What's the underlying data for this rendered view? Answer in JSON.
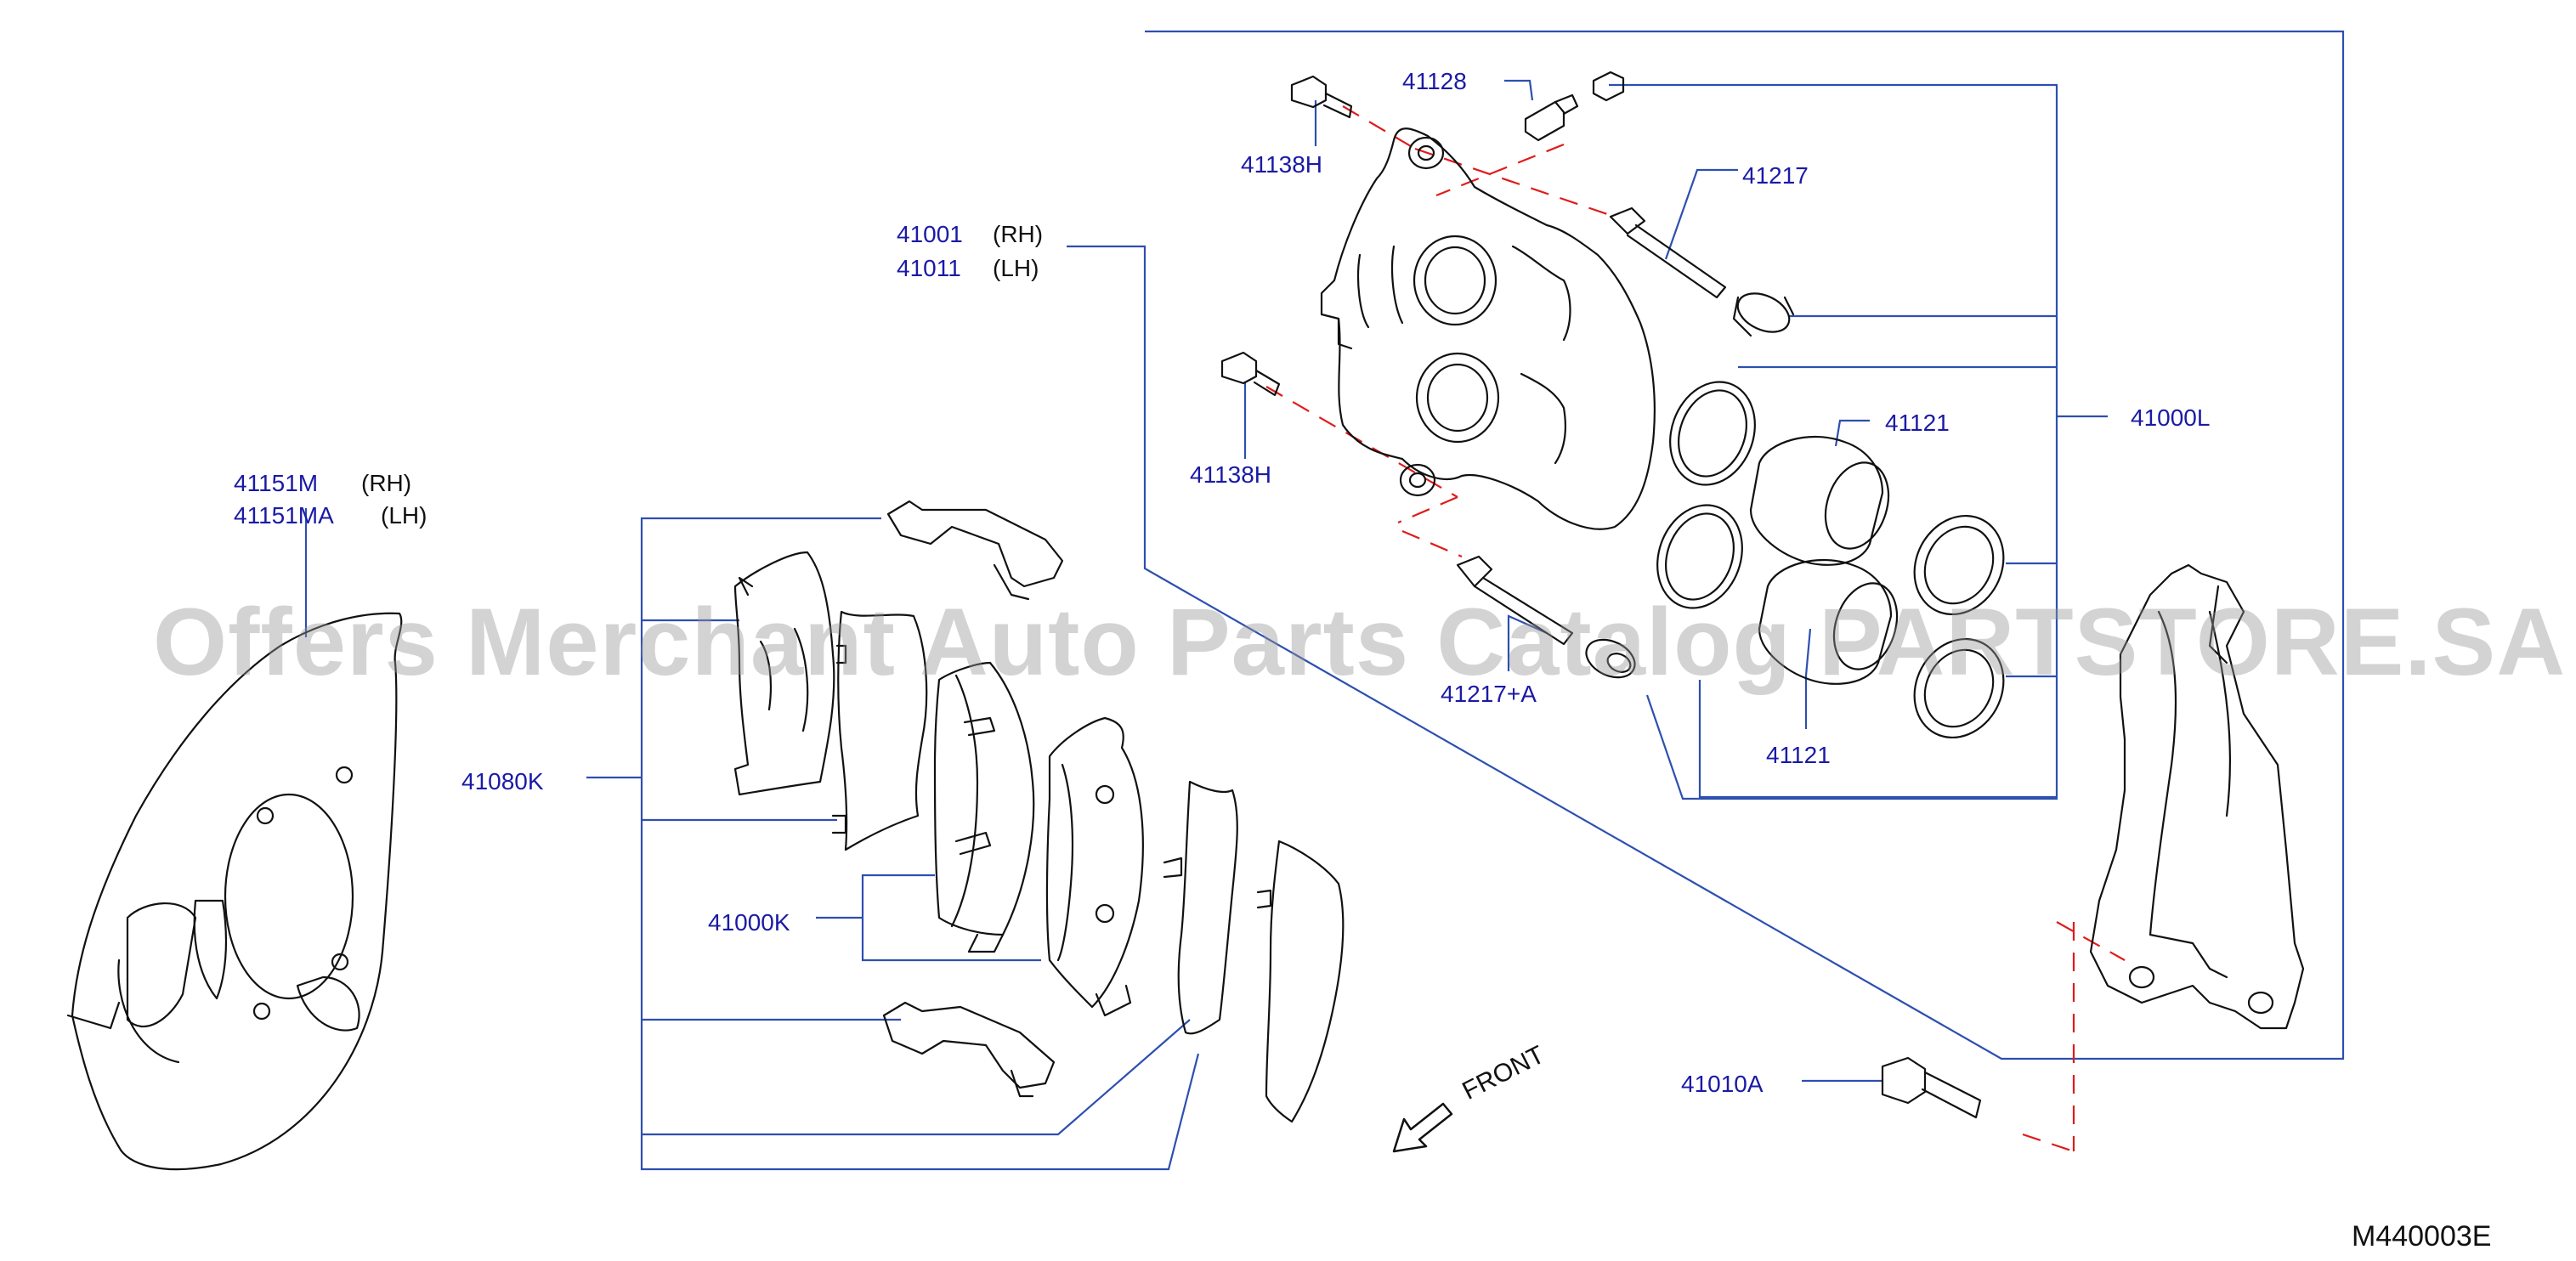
{
  "colors": {
    "callout_line": "#2d4fb0",
    "part_number": "#1a1aa6",
    "drawing": "#111111",
    "dash": "#e01b1b"
  },
  "labels": {
    "p41128": "41128",
    "p41138h_top": "41138H",
    "p41217": "41217",
    "p41001": "41001",
    "p41001_sfx": "(RH)",
    "p41011": "41011",
    "p41011_sfx": "(LH)",
    "p41138h_mid": "41138H",
    "p41121_top": "41121",
    "p41000l": "41000L",
    "p41151m": "41151M",
    "p41151m_sfx": "(RH)",
    "p41151ma": "41151MA",
    "p41151ma_sfx": "(LH)",
    "p41217a": "41217+A",
    "p41080k": "41080K",
    "p41121_bot": "41121",
    "p41000k": "41000K",
    "p41010a": "41010A"
  },
  "front_label": "FRONT",
  "diagram_code": "M440003E",
  "watermark": "Offers Merchant Auto Parts Catalog PARTSTORE.SA",
  "icons": [
    "front-arrow-icon"
  ]
}
